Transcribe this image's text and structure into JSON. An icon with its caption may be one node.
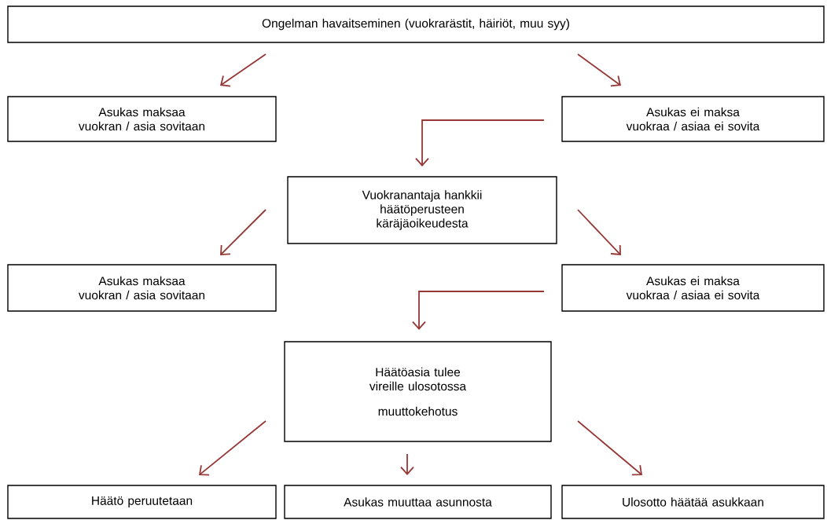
{
  "diagram": {
    "nodes": [
      {
        "text": [
          "Ongelman havaitseminen (vuokrarästit, häiriöt, muu syy)"
        ]
      },
      {
        "text": [
          "Asukas maksaa vuokran / asia sovitaan"
        ]
      },
      {
        "text": [
          "Asukas ei maksa vuokraa / asiaa ei sovita"
        ]
      },
      {
        "text": [
          "Vuokranantaja hankkii häätöperusteen käräjäoikeudesta"
        ]
      },
      {
        "text": [
          "Asukas maksaa vuokran / asia sovitaan"
        ]
      },
      {
        "text": [
          "Asukas ei maksa vuokraa / asiaa ei sovita"
        ]
      },
      {
        "text": [
          "Häätöasia tulee vireille ulosotossa",
          "muuttokehotus"
        ]
      },
      {
        "text": [
          "Häätö peruutetaan"
        ]
      },
      {
        "text": [
          "Asukas muuttaa asunnosta"
        ]
      },
      {
        "text": [
          "Ulosotto häätää asukkaan"
        ]
      }
    ],
    "edges": [
      {
        "from": 0,
        "to": 1,
        "arrow": "to"
      },
      {
        "from": 0,
        "to": 2,
        "arrow": "to"
      },
      {
        "from": 2,
        "to": 3,
        "arrow": "to"
      },
      {
        "from": 3,
        "to": 4,
        "arrow": "to"
      },
      {
        "from": 3,
        "to": 5,
        "arrow": "to"
      },
      {
        "from": 5,
        "to": 6,
        "arrow": "to"
      },
      {
        "from": 6,
        "to": 7,
        "arrow": "to"
      },
      {
        "from": 6,
        "to": 8,
        "arrow": "to"
      },
      {
        "from": 6,
        "to": 9,
        "arrow": "to"
      }
    ]
  }
}
